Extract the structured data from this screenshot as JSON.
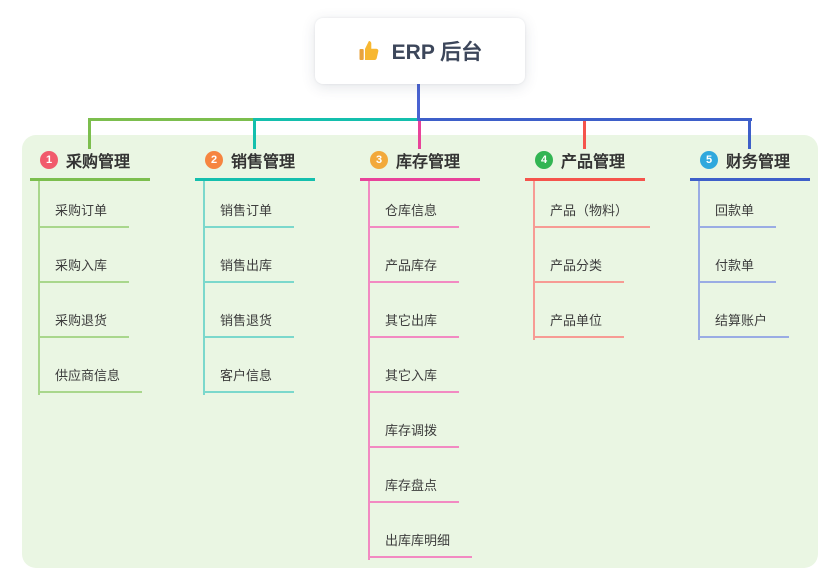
{
  "root": {
    "label": "ERP 后台",
    "icon": "thumbs-up-icon",
    "connector_color": "#4A63D2"
  },
  "canvas": {
    "background": "#FFFFFF",
    "panel_color": "#EAF6E3",
    "text_color": "#333333"
  },
  "branches": [
    {
      "badge": "1",
      "label": "采购管理",
      "badge_color": "#F15B6C",
      "line_color": "#7CBE4E",
      "child_line_color": "#A9D78C",
      "children": [
        "采购订单",
        "采购入库",
        "采购退货",
        "供应商信息"
      ]
    },
    {
      "badge": "2",
      "label": "销售管理",
      "badge_color": "#F68540",
      "line_color": "#14BFAD",
      "child_line_color": "#7BD8CC",
      "children": [
        "销售订单",
        "销售出库",
        "销售退货",
        "客户信息"
      ]
    },
    {
      "badge": "3",
      "label": "库存管理",
      "badge_color": "#F2A93B",
      "line_color": "#E8439A",
      "child_line_color": "#F28AC2",
      "children": [
        "仓库信息",
        "产品库存",
        "其它出库",
        "其它入库",
        "库存调拨",
        "库存盘点",
        "出库库明细"
      ]
    },
    {
      "badge": "4",
      "label": "产品管理",
      "badge_color": "#32B553",
      "line_color": "#F5544C",
      "child_line_color": "#F79B94",
      "children": [
        "产品（物料）",
        "产品分类",
        "产品单位"
      ]
    },
    {
      "badge": "5",
      "label": "财务管理",
      "badge_color": "#2FA8DD",
      "line_color": "#3E5FC9",
      "child_line_color": "#9AACE4",
      "children": [
        "回款单",
        "付款单",
        "结算账户"
      ]
    }
  ]
}
